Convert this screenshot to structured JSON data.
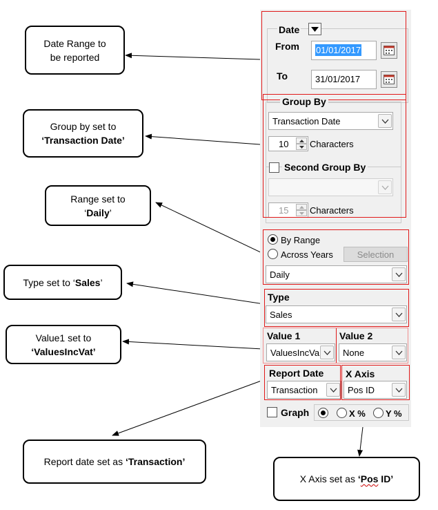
{
  "callouts": {
    "date_range": {
      "line1": "Date Range to",
      "line2": "be reported"
    },
    "group_by": {
      "line1": "Group by set to",
      "value": "‘Transaction Date’"
    },
    "range": {
      "line1": "Range set to",
      "prefix": "‘",
      "value": "Daily",
      "suffix": "’"
    },
    "type": {
      "prefix": "Type set to ‘",
      "value": "Sales",
      "suffix": "’"
    },
    "value1": {
      "line1": "Value1 set to",
      "value": "‘ValuesIncVat’"
    },
    "report_date": {
      "prefix": "Report date set as ",
      "value": "‘Transaction’"
    },
    "x_axis": {
      "prefix": "X Axis set as ",
      "value_open": "‘",
      "value_spell": "Pos",
      "value_rest": " ID’"
    }
  },
  "panel": {
    "date": {
      "label": "Date",
      "from_label": "From",
      "from_value": "01/01/2017",
      "to_label": "To",
      "to_value": "31/01/2017"
    },
    "group_by": {
      "label": "Group By",
      "value": "Transaction Date",
      "characters": "10",
      "characters_label": "Characters"
    },
    "second_group_by": {
      "label": "Second Group By",
      "value": "",
      "characters": "15",
      "characters_label": "Characters"
    },
    "range": {
      "by_range": "By Range",
      "across_years": "Across Years",
      "selection": "Selection",
      "value": "Daily"
    },
    "type": {
      "label": "Type",
      "value": "Sales"
    },
    "value1": {
      "label": "Value 1",
      "value": "ValuesIncVa"
    },
    "value2": {
      "label": "Value 2",
      "value": "None"
    },
    "report_date": {
      "label": "Report Date",
      "value": "Transaction"
    },
    "x_axis": {
      "label": "X Axis",
      "value": "Pos ID"
    },
    "graph": {
      "label": "Graph",
      "x_pct": "X %",
      "y_pct": "Y %"
    }
  }
}
